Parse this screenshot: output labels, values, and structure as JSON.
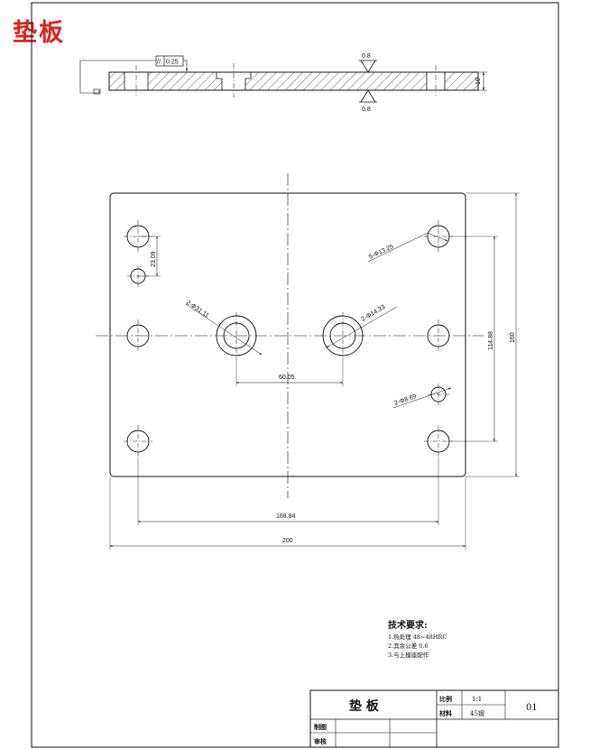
{
  "page_title": "垫板",
  "side_view": {
    "flatness_tolerance": "0.25",
    "flatness_symbol": "//",
    "roughness_top": "0.8",
    "roughness_bottom": "0.8",
    "thickness": "10"
  },
  "plan_view": {
    "dim_hole_pitch_small": "23.09",
    "dim_holes_a": "5-Φ13.25",
    "dim_holes_b": "2-Φ31.11",
    "dim_holes_c": "2-Φ14.33",
    "dim_holes_d": "2-Φ8.69",
    "dim_center_spacing": "60.05",
    "dim_inner_height": "114.88",
    "dim_height": "160",
    "dim_inner_width": "168.84",
    "dim_width": "200"
  },
  "tech_requirements": {
    "heading": "技术要求:",
    "items": [
      "1.热处理 48~48HRC",
      "2.其余公差 0.6",
      "3.与上模座配作"
    ]
  },
  "title_block": {
    "part_name": "垫  板",
    "scale_label": "比例",
    "scale_value": "1:1",
    "material_label": "材料",
    "material_value": "45钢",
    "drawing_number": "01",
    "drawn_label": "制图",
    "checked_label": "审核"
  }
}
